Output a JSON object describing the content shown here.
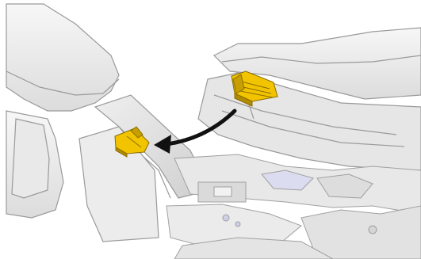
{
  "figure": {
    "style": "grayscale technical line illustration",
    "highlight_color": "#f2c400",
    "highlight_shadow": "#b08a00",
    "arrow_color": "#111111",
    "parts": [
      {
        "name": "yellow-part-removed",
        "icon": "ribbed-clip"
      },
      {
        "name": "yellow-part-installed",
        "icon": "clip-in-slot"
      }
    ],
    "arrow_direction": "from-right-to-left"
  }
}
